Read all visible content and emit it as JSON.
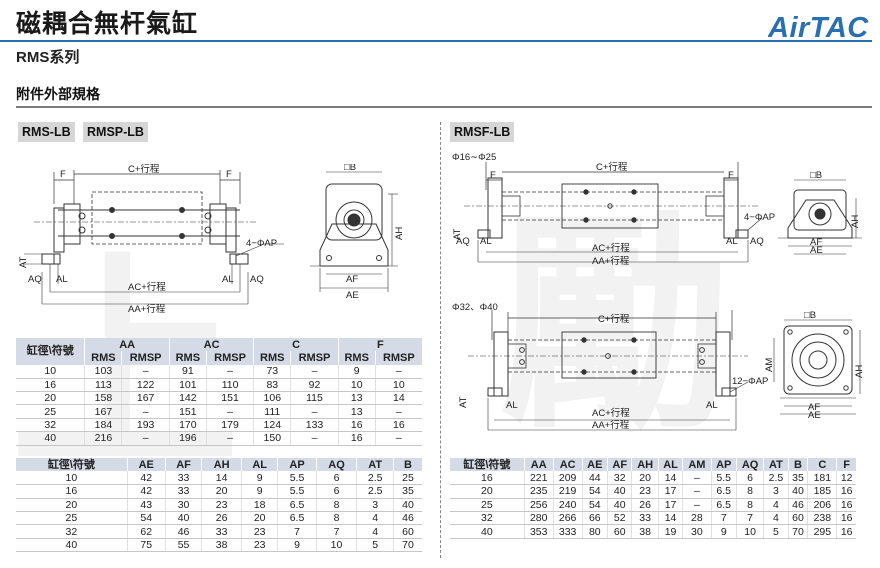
{
  "header": {
    "title": "磁耦合無杆氣缸",
    "subtitle": "RMS系列",
    "logo_text": "AirTAC",
    "brand_color": "#2a6fb0"
  },
  "section_title": "附件外部規格",
  "left_panel": {
    "tags": [
      "RMS-LB",
      "RMSP-LB"
    ],
    "drawing_labels": {
      "f_left": "F",
      "f_right": "F",
      "c_stroke": "C+行程",
      "box_b": "□B",
      "phi_ap": "4−ΦAP",
      "ah": "AH",
      "at": "AT",
      "aq_left": "AQ",
      "al_left": "AL",
      "al_right": "AL",
      "aq_right": "AQ",
      "ac_stroke": "AC+行程",
      "aa_stroke": "AA+行程",
      "af": "AF",
      "ae": "AE"
    },
    "table1": {
      "row_header": "缸徑\\符號",
      "groups": [
        "AA",
        "AC",
        "C",
        "F"
      ],
      "subcols": [
        "RMS",
        "RMSP"
      ],
      "rows": [
        [
          "10",
          "103",
          "–",
          "91",
          "–",
          "73",
          "–",
          "9",
          "–"
        ],
        [
          "16",
          "113",
          "122",
          "101",
          "110",
          "83",
          "92",
          "10",
          "10"
        ],
        [
          "20",
          "158",
          "167",
          "142",
          "151",
          "106",
          "115",
          "13",
          "14"
        ],
        [
          "25",
          "167",
          "–",
          "151",
          "–",
          "111",
          "–",
          "13",
          "–"
        ],
        [
          "32",
          "184",
          "193",
          "170",
          "179",
          "124",
          "133",
          "16",
          "16"
        ],
        [
          "40",
          "216",
          "–",
          "196",
          "–",
          "150",
          "–",
          "16",
          "–"
        ]
      ]
    },
    "table2": {
      "row_header": "缸徑\\符號",
      "cols": [
        "AE",
        "AF",
        "AH",
        "AL",
        "AP",
        "AQ",
        "AT",
        "B"
      ],
      "rows": [
        [
          "10",
          "42",
          "33",
          "14",
          "9",
          "5.5",
          "6",
          "2.5",
          "25"
        ],
        [
          "16",
          "42",
          "33",
          "20",
          "9",
          "5.5",
          "6",
          "2.5",
          "35"
        ],
        [
          "20",
          "43",
          "30",
          "23",
          "18",
          "6.5",
          "8",
          "3",
          "40"
        ],
        [
          "25",
          "54",
          "40",
          "26",
          "20",
          "6.5",
          "8",
          "4",
          "46"
        ],
        [
          "32",
          "62",
          "46",
          "33",
          "23",
          "7",
          "7",
          "4",
          "60"
        ],
        [
          "40",
          "75",
          "55",
          "38",
          "23",
          "9",
          "10",
          "5",
          "70"
        ]
      ]
    }
  },
  "right_panel": {
    "tag": "RMSF-LB",
    "drawing1": {
      "bore_range": "Φ16∼Φ25",
      "f_left": "F",
      "f_right": "F",
      "c_stroke": "C+行程",
      "box_b": "□B",
      "phi_ap": "4−ΦAP",
      "ah": "AH",
      "at": "AT",
      "aq_left": "AQ",
      "al_left": "AL",
      "al_right": "AL",
      "aq_right": "AQ",
      "ac_stroke": "AC+行程",
      "aa_stroke": "AA+行程",
      "af": "AF",
      "ae": "AE"
    },
    "drawing2": {
      "bore_range": "Φ32、Φ40",
      "c_stroke": "C+行程",
      "box_b": "□B",
      "phi_ap": "12−ΦAP",
      "ah": "AH",
      "am": "AM",
      "at": "AT",
      "al_left": "AL",
      "al_right": "AL",
      "ac_stroke": "AC+行程",
      "aa_stroke": "AA+行程",
      "af": "AF",
      "ae": "AE"
    },
    "table": {
      "row_header": "缸徑\\符號",
      "cols": [
        "AA",
        "AC",
        "AE",
        "AF",
        "AH",
        "AL",
        "AM",
        "AP",
        "AQ",
        "AT",
        "B",
        "C",
        "F"
      ],
      "rows": [
        [
          "16",
          "221",
          "209",
          "44",
          "32",
          "20",
          "14",
          "–",
          "5.5",
          "6",
          "2.5",
          "35",
          "181",
          "12"
        ],
        [
          "20",
          "235",
          "219",
          "54",
          "40",
          "23",
          "17",
          "–",
          "6.5",
          "8",
          "3",
          "40",
          "185",
          "16"
        ],
        [
          "25",
          "256",
          "240",
          "54",
          "40",
          "26",
          "17",
          "–",
          "6.5",
          "8",
          "4",
          "46",
          "206",
          "16"
        ],
        [
          "32",
          "280",
          "266",
          "66",
          "52",
          "33",
          "14",
          "28",
          "7",
          "7",
          "4",
          "60",
          "238",
          "16"
        ],
        [
          "40",
          "353",
          "333",
          "80",
          "60",
          "38",
          "19",
          "30",
          "9",
          "10",
          "5",
          "70",
          "295",
          "16"
        ]
      ]
    }
  }
}
